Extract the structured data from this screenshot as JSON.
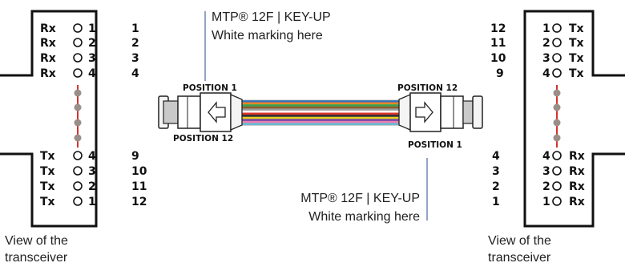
{
  "left_transceiver": {
    "rx_label": "Rx",
    "tx_label": "Tx",
    "rx_pins": [
      "1",
      "2",
      "3",
      "4"
    ],
    "tx_pins": [
      "4",
      "3",
      "2",
      "1"
    ],
    "fiber_numbers_top": [
      "1",
      "2",
      "3",
      "4"
    ],
    "fiber_numbers_bottom": [
      "9",
      "10",
      "11",
      "12"
    ],
    "caption_line1": "View of the",
    "caption_line2": "transceiver"
  },
  "right_transceiver": {
    "tx_label": "Tx",
    "rx_label": "Rx",
    "tx_pins": [
      "1",
      "2",
      "3",
      "4"
    ],
    "rx_pins": [
      "4",
      "3",
      "2",
      "1"
    ],
    "fiber_numbers_top": [
      "12",
      "11",
      "10",
      "9"
    ],
    "fiber_numbers_bottom": [
      "4",
      "3",
      "2",
      "1"
    ],
    "caption_line1": "View of the",
    "caption_line2": "transceiver"
  },
  "cable": {
    "left_connector": {
      "label_top": "POSITION 1",
      "label_bottom": "POSITION 12",
      "callout_line1": "MTP® 12F | KEY-UP",
      "callout_line2": "White marking here"
    },
    "right_connector": {
      "label_top": "POSITION 12",
      "label_bottom": "POSITION 1",
      "callout_line1": "MTP® 12F | KEY-UP",
      "callout_line2": "White marking here"
    },
    "fiber_colors": [
      "#2f6fbf",
      "#e8852a",
      "#3aa04a",
      "#8a5a2b",
      "#9a9a9a",
      "#ffffff",
      "#d8322a",
      "#2a2a2a",
      "#e6d020",
      "#7a4aa8",
      "#e87fb0",
      "#5ec0d8"
    ]
  },
  "colors": {
    "outline": "#111111",
    "link_line": "#d8322a",
    "dot": "#9a8f88",
    "callout_line": "#2a4a8a"
  }
}
